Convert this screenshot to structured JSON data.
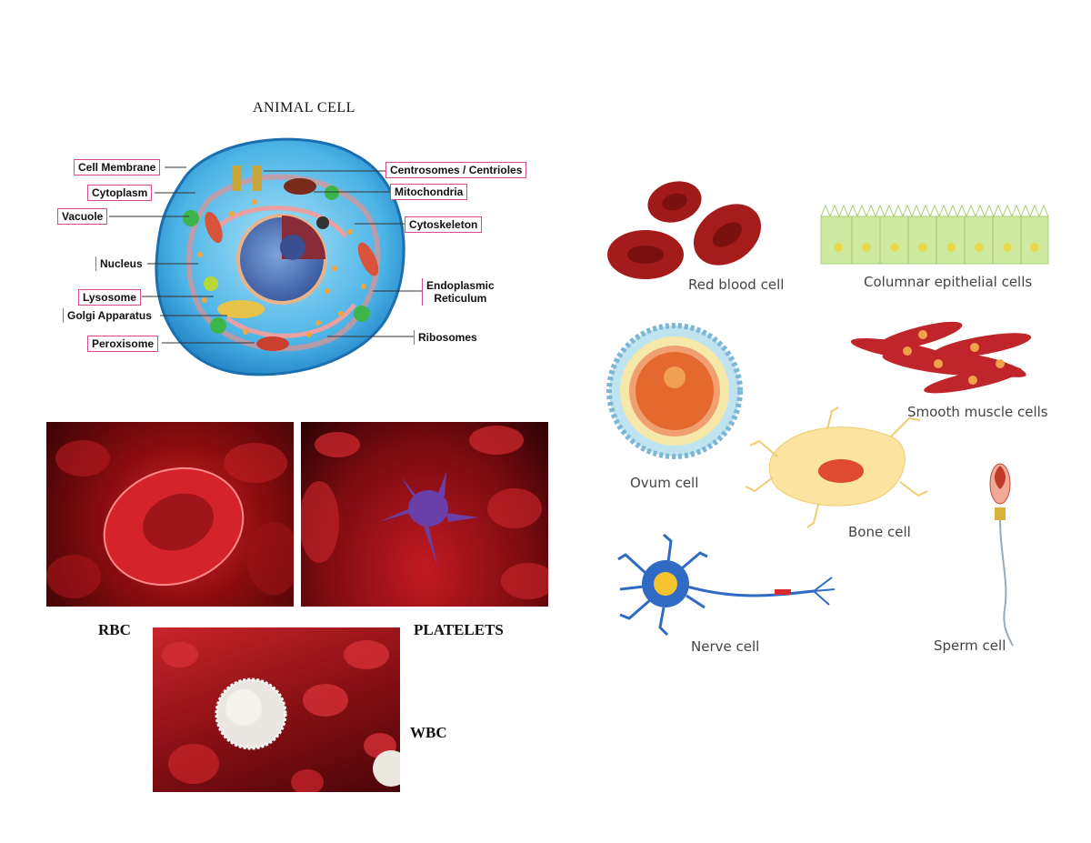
{
  "animal_cell": {
    "title": "ANIMAL CELL",
    "labels": {
      "cell_membrane": "Cell Membrane",
      "cytoplasm": "Cytoplasm",
      "vacuole": "Vacuole",
      "nucleus": "Nucleus",
      "lysosome": "Lysosome",
      "golgi": "Golgi Apparatus",
      "peroxisome": "Peroxisome",
      "centrosomes": "Centrosomes / Centrioles",
      "mitochondria": "Mitochondria",
      "cytoskeleton": "Cytoskeleton",
      "er_line1": "Endoplasmic",
      "er_line2": "Reticulum",
      "ribosomes": "Ribosomes"
    }
  },
  "blood_cells": {
    "rbc": "RBC",
    "platelets": "PLATELETS",
    "wbc": "WBC"
  },
  "cell_types": {
    "red_blood": "Red blood cell",
    "columnar": "Columnar epithelial cells",
    "smooth_muscle": "Smooth muscle cells",
    "ovum": "Ovum cell",
    "bone": "Bone cell",
    "nerve": "Nerve cell",
    "sperm": "Sperm cell"
  },
  "colors": {
    "label_border": "#d94a8a",
    "blood_red": "#b3141c",
    "cell_blue": "#3fa9e0"
  }
}
